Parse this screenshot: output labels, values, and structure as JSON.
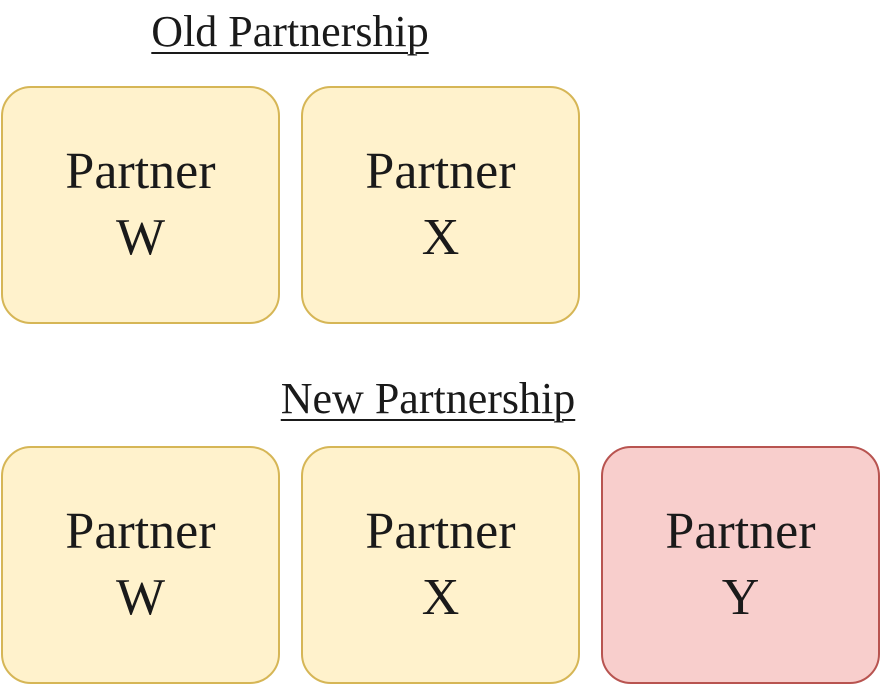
{
  "colors": {
    "existing_fill": "#fff2cc",
    "existing_border": "#d6b656",
    "new_fill": "#f8cecc",
    "new_border": "#b85450"
  },
  "old_partnership": {
    "heading": "Old Partnership",
    "partners": [
      {
        "line1": "Partner",
        "line2": "W"
      },
      {
        "line1": "Partner",
        "line2": "X"
      }
    ]
  },
  "new_partnership": {
    "heading": "New Partnership",
    "partners": [
      {
        "line1": "Partner",
        "line2": "W"
      },
      {
        "line1": "Partner",
        "line2": "X"
      },
      {
        "line1": "Partner",
        "line2": "Y"
      }
    ]
  }
}
